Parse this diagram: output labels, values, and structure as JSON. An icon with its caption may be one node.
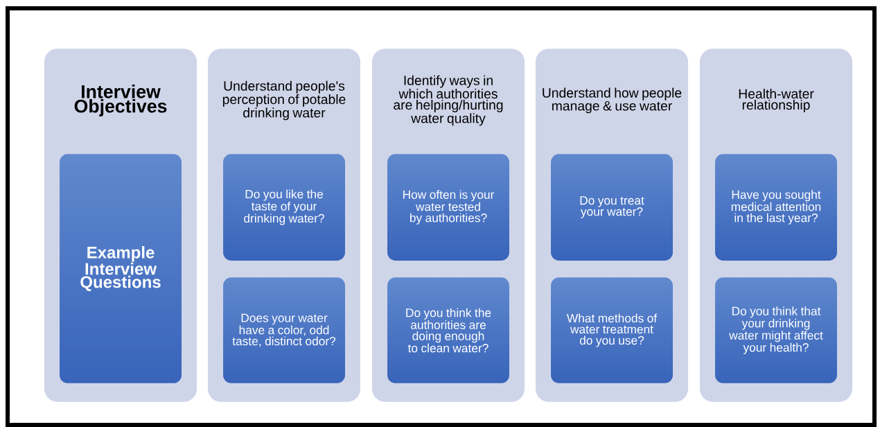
{
  "diagram": {
    "nodes": [
      {
        "text": [
          "Interview Objectives"
        ]
      },
      {
        "text": [
          "Example Interview Questions"
        ],
        "in": 0
      },
      {
        "text": [
          "Understand people's perception of potable drinking water"
        ]
      },
      {
        "text": [
          "Do you like the taste of your drinking water?"
        ],
        "in": 2
      },
      {
        "text": [
          "Does your water have a color, odd taste, distinct odor?"
        ],
        "in": 2
      },
      {
        "text": [
          "Identify ways in which authorities are helping/hurting water quality"
        ]
      },
      {
        "text": [
          "How often is your water tested by authorities?"
        ],
        "in": 5
      },
      {
        "text": [
          "Do you think the authorities are doing enough to clean water?"
        ],
        "in": 5
      },
      {
        "text": [
          "Understand how people manage & use water"
        ]
      },
      {
        "text": [
          "Do you treat your water?"
        ],
        "in": 8
      },
      {
        "text": [
          "What methods of water treatment do you use?"
        ],
        "in": 8
      },
      {
        "text": [
          "Health-water relationship"
        ]
      },
      {
        "text": [
          "Have you sought medical attention in the last year?"
        ],
        "in": 11
      },
      {
        "text": [
          "Do you think that your drinking water might affect your health?"
        ],
        "in": 11
      }
    ]
  }
}
